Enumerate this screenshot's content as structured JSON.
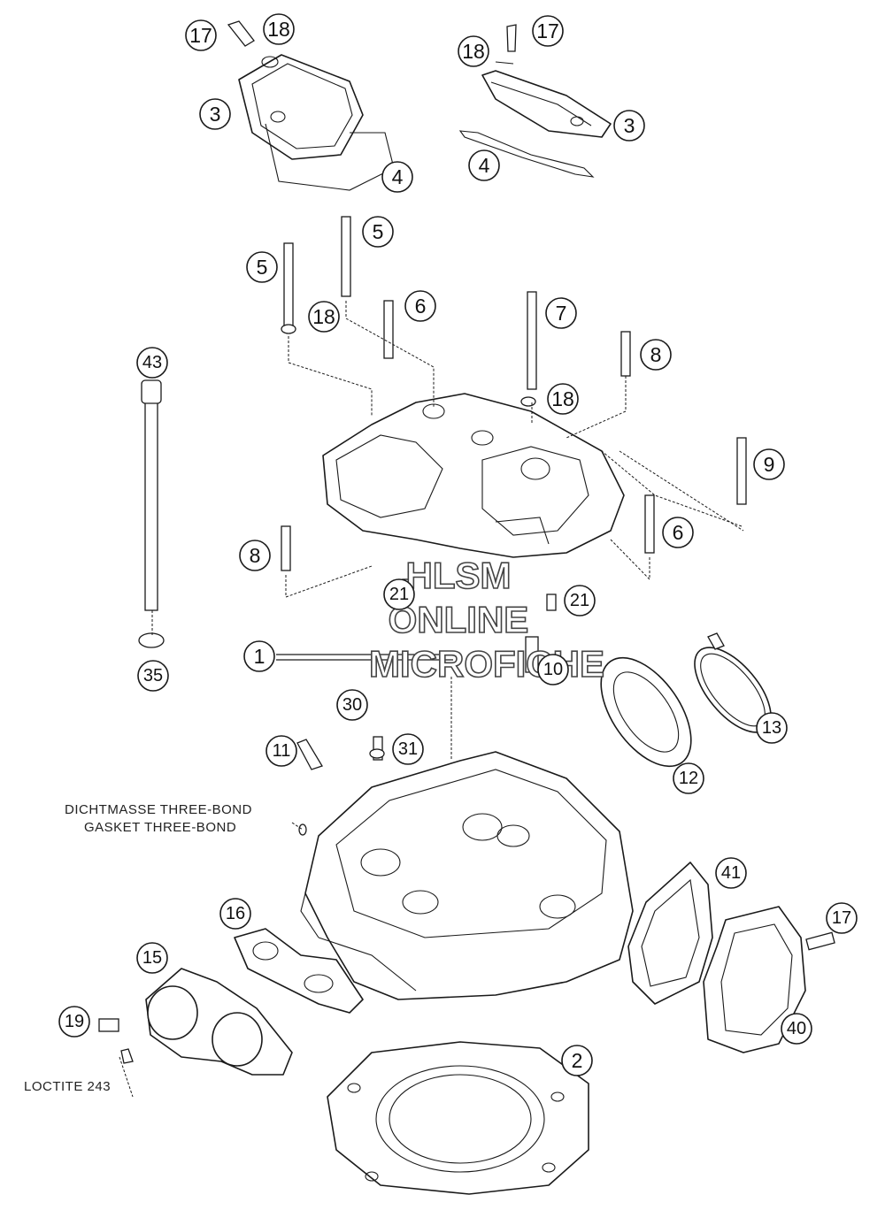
{
  "diagram": {
    "callouts": [
      {
        "id": "c-17a",
        "number": "17"
      },
      {
        "id": "c-18a",
        "number": "18"
      },
      {
        "id": "c-3a",
        "number": "3"
      },
      {
        "id": "c-4a",
        "number": "4"
      },
      {
        "id": "c-18b",
        "number": "18"
      },
      {
        "id": "c-17b",
        "number": "17"
      },
      {
        "id": "c-3b",
        "number": "3"
      },
      {
        "id": "c-4b",
        "number": "4"
      },
      {
        "id": "c-5a",
        "number": "5"
      },
      {
        "id": "c-5b",
        "number": "5"
      },
      {
        "id": "c-18c",
        "number": "18"
      },
      {
        "id": "c-6a",
        "number": "6"
      },
      {
        "id": "c-7",
        "number": "7"
      },
      {
        "id": "c-8a",
        "number": "8"
      },
      {
        "id": "c-18d",
        "number": "18"
      },
      {
        "id": "c-43",
        "number": "43"
      },
      {
        "id": "c-9",
        "number": "9"
      },
      {
        "id": "c-6b",
        "number": "6"
      },
      {
        "id": "c-8b",
        "number": "8"
      },
      {
        "id": "c-21a",
        "number": "21"
      },
      {
        "id": "c-21b",
        "number": "21"
      },
      {
        "id": "c-1",
        "number": "1"
      },
      {
        "id": "c-10",
        "number": "10"
      },
      {
        "id": "c-35",
        "number": "35"
      },
      {
        "id": "c-13",
        "number": "13"
      },
      {
        "id": "c-30",
        "number": "30"
      },
      {
        "id": "c-11",
        "number": "11"
      },
      {
        "id": "c-31",
        "number": "31"
      },
      {
        "id": "c-12",
        "number": "12"
      },
      {
        "id": "c-41",
        "number": "41"
      },
      {
        "id": "c-16",
        "number": "16"
      },
      {
        "id": "c-15",
        "number": "15"
      },
      {
        "id": "c-17c",
        "number": "17"
      },
      {
        "id": "c-19",
        "number": "19"
      },
      {
        "id": "c-40",
        "number": "40"
      },
      {
        "id": "c-2",
        "number": "2"
      }
    ],
    "notes": {
      "sealant_line1": "DICHTMASSE THREE-BOND",
      "sealant_line2": "GASKET THREE-BOND",
      "loctite": "LOCTITE 243"
    },
    "watermark": {
      "line1": "HLSM",
      "line2": "ONLINE",
      "line3": "MICROFICHE"
    }
  }
}
